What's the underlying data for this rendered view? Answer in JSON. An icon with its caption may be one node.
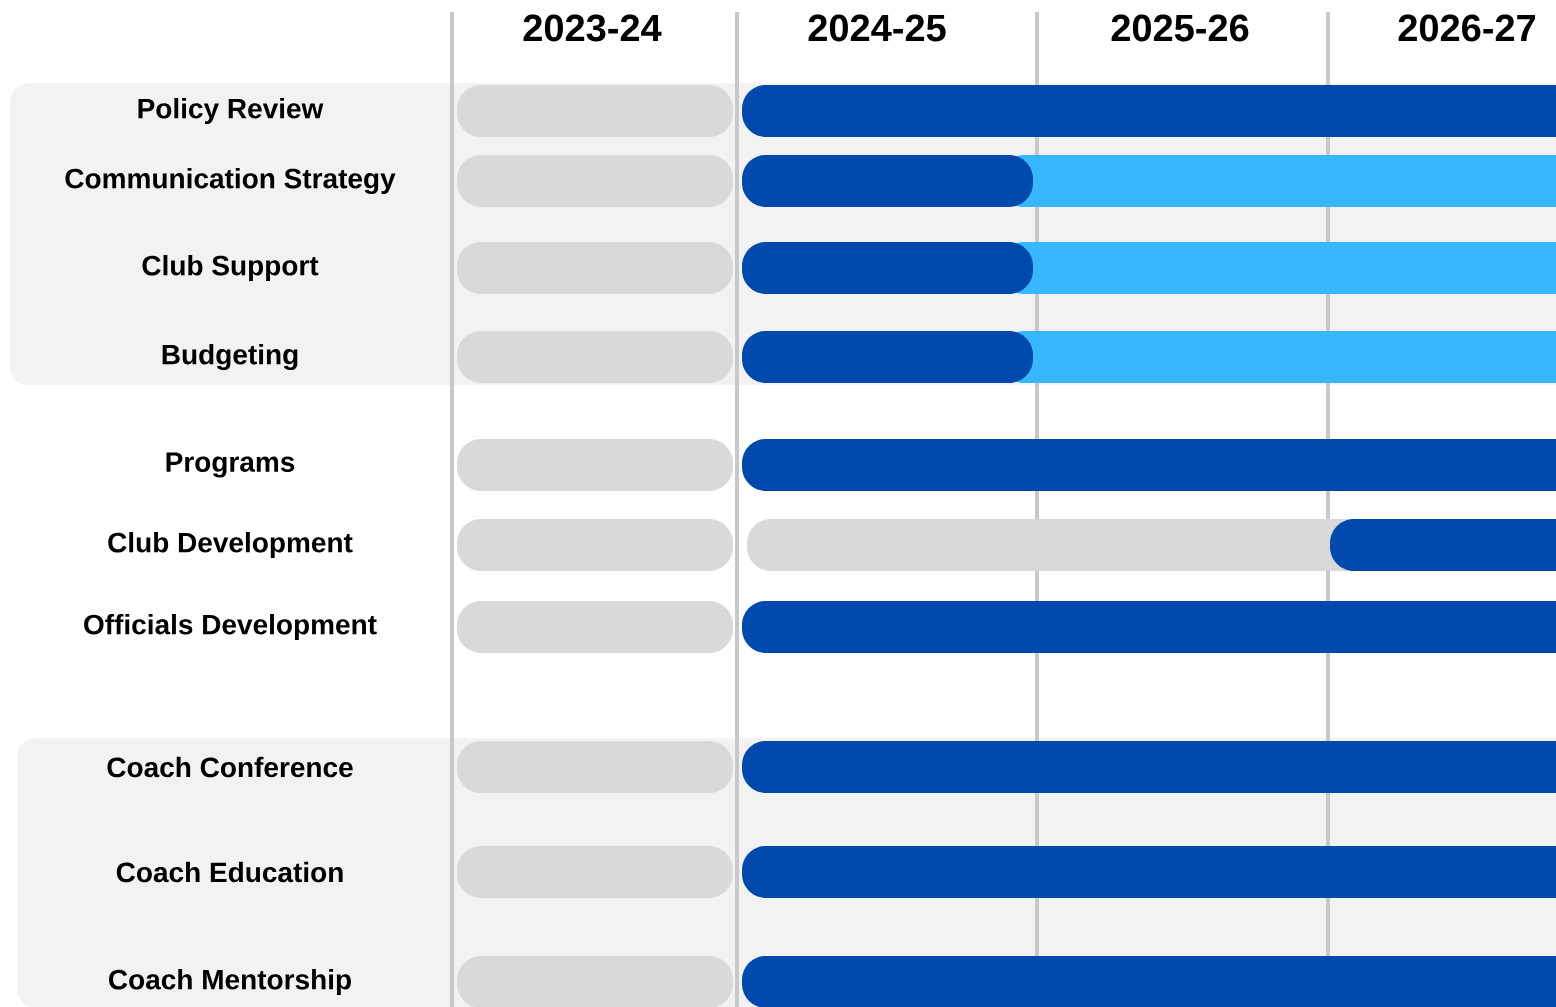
{
  "diagram": {
    "nodes": [
      {
        "text": [
          "Policy Review",
          "Communication Strategy",
          "Club Support",
          "Budgeting"
        ]
      },
      {
        "text": [
          "Coach Conference",
          "Coach Education",
          "Coach Mentorship"
        ]
      }
    ],
    "labels": [
      "2023-24",
      "2024-25",
      "2025-26",
      "2026-27",
      "Programs",
      "Club Development",
      "Officials Development"
    ]
  }
}
